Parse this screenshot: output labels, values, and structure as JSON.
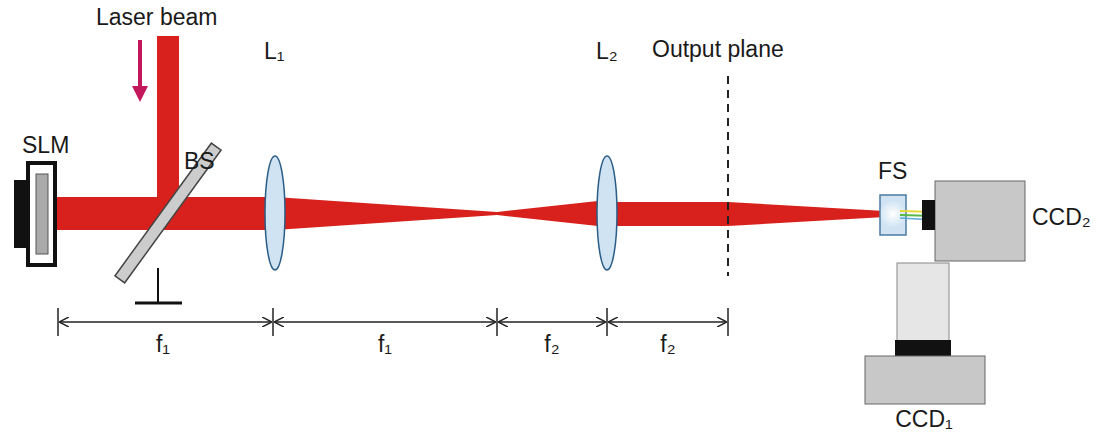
{
  "diagram": {
    "labels": [
      "Laser beam",
      "SLM",
      "BS",
      "L₁",
      "L₂",
      "Output plane",
      "FS",
      "CCD₂",
      "CCD₁",
      "f₁",
      "f₁",
      "f₂",
      "f₂"
    ]
  }
}
